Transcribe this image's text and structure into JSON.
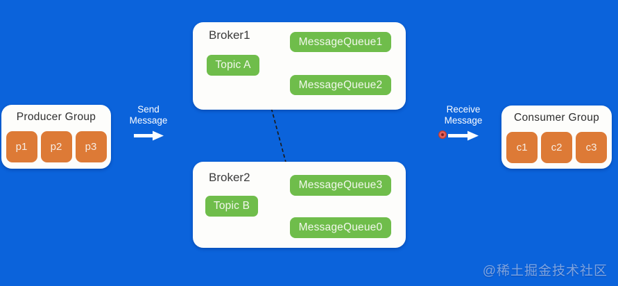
{
  "colors": {
    "background": "#0B63DB",
    "green": "#6FBD4B",
    "orange": "#DD7A36",
    "box_white": "#FDFDFB",
    "arrow_stroke": "#1b1b1b"
  },
  "producer_group": {
    "title": "Producer Group",
    "items": [
      "p1",
      "p2",
      "p3"
    ]
  },
  "consumer_group": {
    "title": "Consumer Group",
    "items": [
      "c1",
      "c2",
      "c3"
    ]
  },
  "labels": {
    "send": {
      "line1": "Send",
      "line2": "Message"
    },
    "receive": {
      "line1": "Receive",
      "line2": "Message"
    }
  },
  "brokers": [
    {
      "title": "Broker1",
      "topic": "Topic A",
      "queues": [
        "MessageQueue1",
        "MessageQueue2"
      ]
    },
    {
      "title": "Broker2",
      "topic": "Topic B",
      "queues": [
        "MessageQueue3",
        "MessageQueue0"
      ]
    }
  ],
  "edges": [
    {
      "from": "Topic A",
      "to": "MessageQueue1",
      "style": "dashed-arrow"
    },
    {
      "from": "Topic A",
      "to": "MessageQueue2",
      "style": "dashed-arrow"
    },
    {
      "from": "Topic A",
      "to": "MessageQueue3",
      "style": "dashed-arrow"
    },
    {
      "from": "Topic B",
      "to": "MessageQueue0",
      "style": "dashed-arrow"
    }
  ],
  "watermark": "@稀土掘金技术社区"
}
